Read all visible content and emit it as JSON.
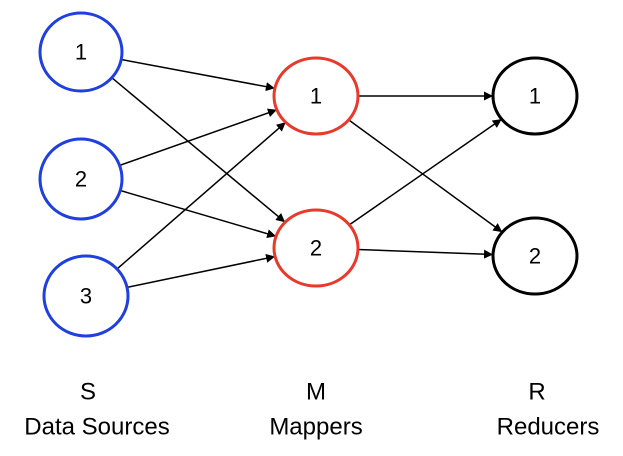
{
  "colors": {
    "source": "#1f3fe0",
    "mapper": "#e8392a",
    "reducer": "#000000",
    "edge": "#000000"
  },
  "sources": [
    {
      "id": "s1",
      "label": "1"
    },
    {
      "id": "s2",
      "label": "2"
    },
    {
      "id": "s3",
      "label": "3"
    }
  ],
  "mappers": [
    {
      "id": "m1",
      "label": "1"
    },
    {
      "id": "m2",
      "label": "2"
    }
  ],
  "reducers": [
    {
      "id": "r1",
      "label": "1"
    },
    {
      "id": "r2",
      "label": "2"
    }
  ],
  "edges": [
    {
      "from": "s1",
      "to": "m1"
    },
    {
      "from": "s1",
      "to": "m2"
    },
    {
      "from": "s2",
      "to": "m1"
    },
    {
      "from": "s2",
      "to": "m2"
    },
    {
      "from": "s3",
      "to": "m1"
    },
    {
      "from": "s3",
      "to": "m2"
    },
    {
      "from": "m1",
      "to": "r1"
    },
    {
      "from": "m1",
      "to": "r2"
    },
    {
      "from": "m2",
      "to": "r1"
    },
    {
      "from": "m2",
      "to": "r2"
    }
  ],
  "columns": {
    "sources": {
      "letter": "S",
      "name": "Data Sources"
    },
    "mappers": {
      "letter": "M",
      "name": "Mappers"
    },
    "reducers": {
      "letter": "R",
      "name": "Reducers"
    }
  }
}
